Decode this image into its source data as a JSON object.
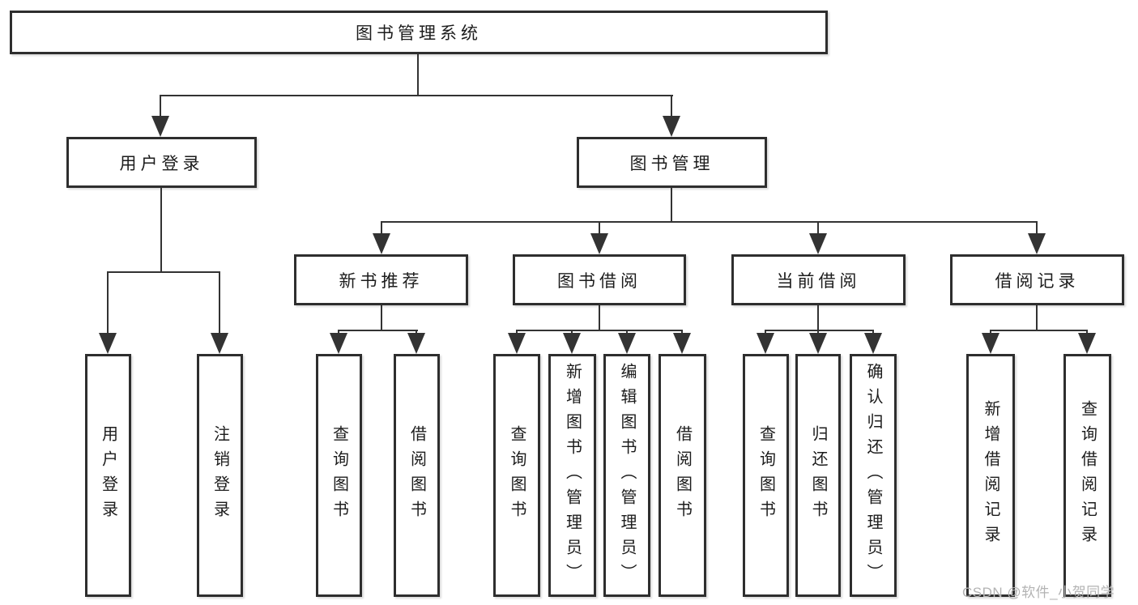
{
  "tree": {
    "root": "图书管理系统",
    "children": [
      {
        "label": "用户登录",
        "children": [
          {
            "label": "用户登录"
          },
          {
            "label": "注销登录"
          }
        ]
      },
      {
        "label": "图书管理",
        "children": [
          {
            "label": "新书推荐",
            "children": [
              {
                "label": "查询图书"
              },
              {
                "label": "借阅图书"
              }
            ]
          },
          {
            "label": "图书借阅",
            "children": [
              {
                "label": "查询图书"
              },
              {
                "label": "新增图书（管理员）"
              },
              {
                "label": "编辑图书（管理员）"
              },
              {
                "label": "借阅图书"
              }
            ]
          },
          {
            "label": "当前借阅",
            "children": [
              {
                "label": "查询图书"
              },
              {
                "label": "归还图书"
              },
              {
                "label": "确认归还（管理员）"
              }
            ]
          },
          {
            "label": "借阅记录",
            "children": [
              {
                "label": "新增借阅记录"
              },
              {
                "label": "查询借阅记录"
              }
            ]
          }
        ]
      }
    ]
  },
  "watermark": "CSDN @软件_小贺同学",
  "colors": {
    "line": "#333333",
    "box_border": "#2e2e2e",
    "text": "#1c1c1c",
    "watermark": "#b3b3b3",
    "background": "#ffffff"
  }
}
